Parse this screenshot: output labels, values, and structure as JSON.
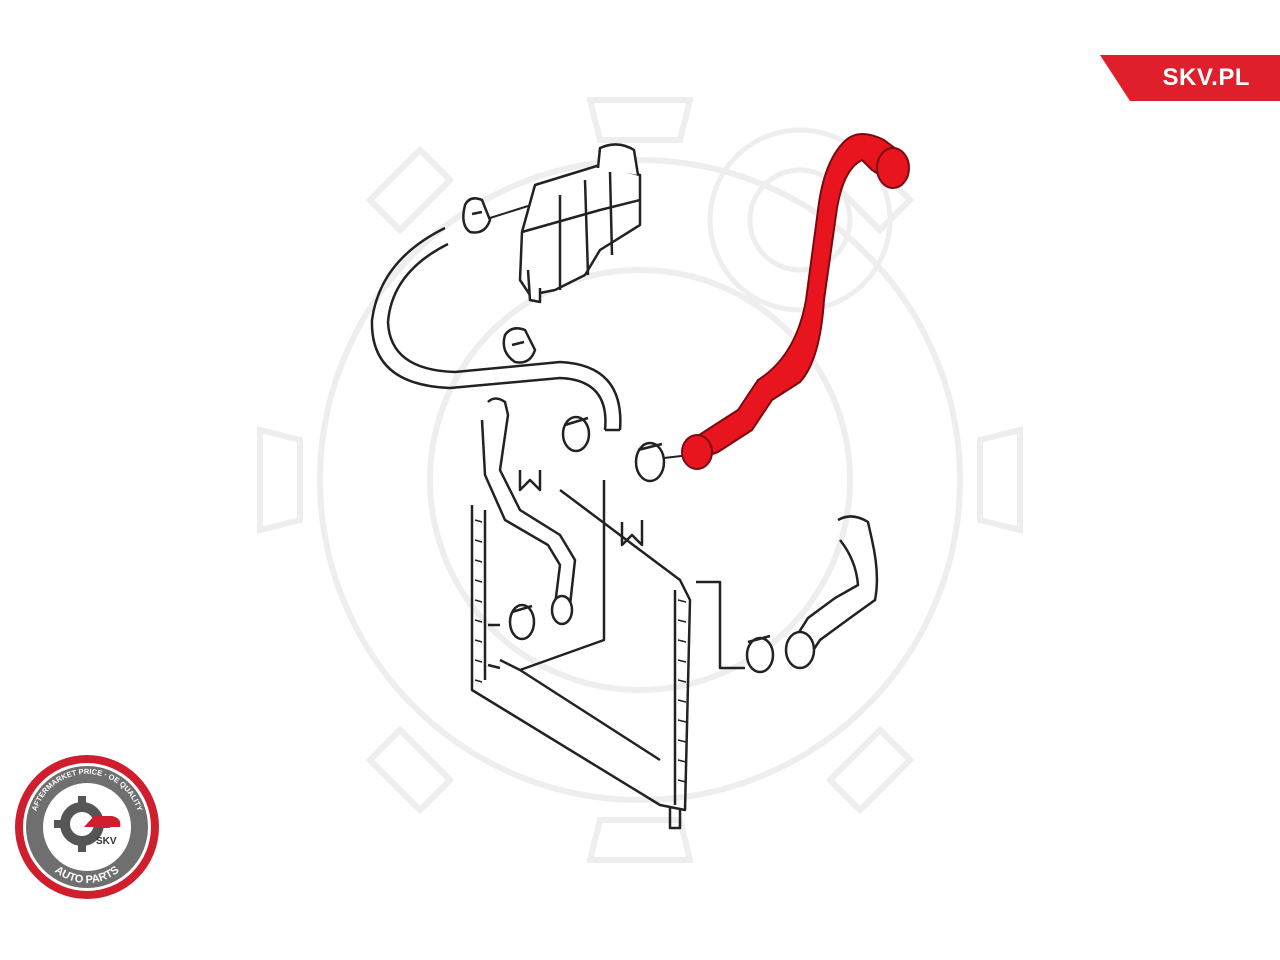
{
  "brand": {
    "site_label": "SKV.PL"
  },
  "badge": {
    "top_ring_text": "AFTERMARKET PRICE · OE QUALITY",
    "bottom_ring_text": "AUTO PARTS",
    "center_text": "SKV"
  },
  "colors": {
    "highlight_part": "#e8151f",
    "line_art": "#222222",
    "watermark": "#eeeeee",
    "brand_red": "#e01f2d"
  }
}
